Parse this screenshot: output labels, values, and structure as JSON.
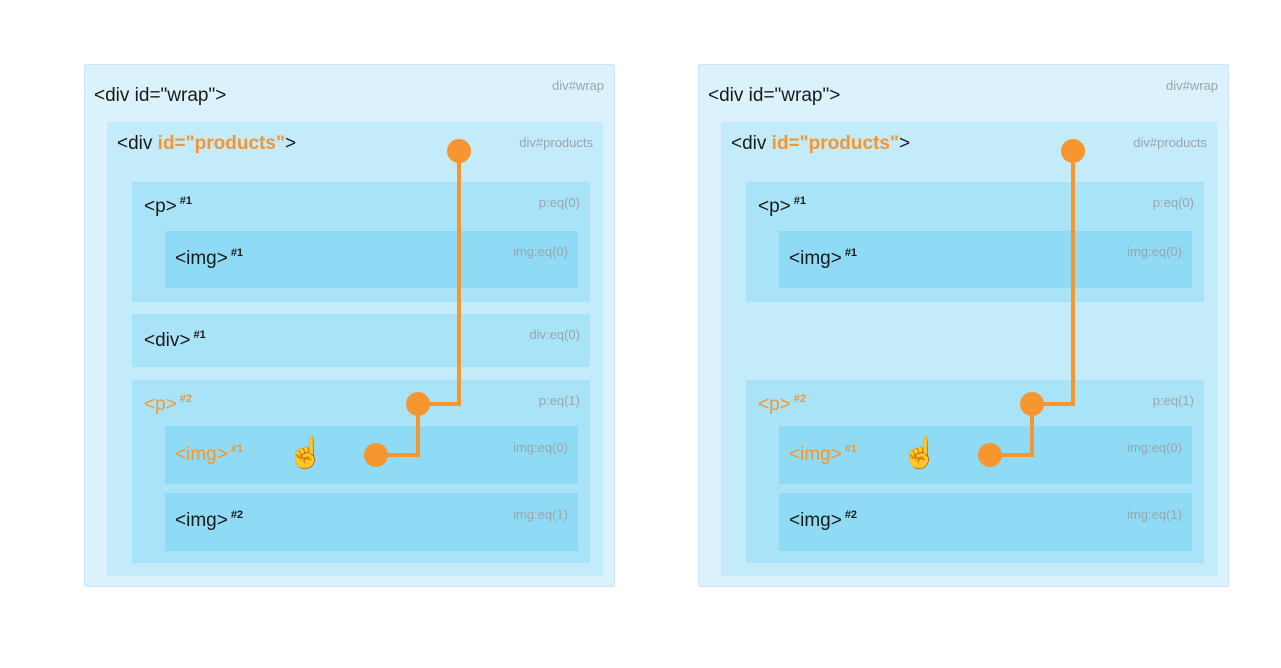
{
  "colors": {
    "accent": "#f7952e",
    "wrap": "#dbf2fc",
    "products": "#c3ebfa",
    "p": "#a9e3f8",
    "img": "#8fdaf5"
  },
  "panels": [
    {
      "wrap": {
        "tag": "<div id=\"wrap\">",
        "selector": "div#wrap"
      },
      "products": {
        "tag_open": "<div ",
        "tag_attr": "id=\"products\"",
        "tag_close": ">",
        "selector": "div#products"
      },
      "p1": {
        "tag": "<p>",
        "num": "#1",
        "selector": "p:eq(0)"
      },
      "p1_img": {
        "tag": "<img>",
        "num": "#1",
        "selector": "img:eq(0)"
      },
      "div1": {
        "tag": "<div>",
        "num": "#1",
        "selector": "div:eq(0)"
      },
      "p2": {
        "tag": "<p>",
        "num": "#2",
        "selector": "p:eq(1)"
      },
      "p2_img1": {
        "tag": "<img>",
        "num": "#1",
        "selector": "img:eq(0)"
      },
      "p2_img2": {
        "tag": "<img>",
        "num": "#2",
        "selector": "img:eq(1)"
      },
      "cursor_icon": "hand-pointer-icon"
    },
    {
      "wrap": {
        "tag": "<div id=\"wrap\">",
        "selector": "div#wrap"
      },
      "products": {
        "tag_open": "<div ",
        "tag_attr": "id=\"products\"",
        "tag_close": ">",
        "selector": "div#products"
      },
      "p1": {
        "tag": "<p>",
        "num": "#1",
        "selector": "p:eq(0)"
      },
      "p1_img": {
        "tag": "<img>",
        "num": "#1",
        "selector": "img:eq(0)"
      },
      "p2": {
        "tag": "<p>",
        "num": "#2",
        "selector": "p:eq(1)"
      },
      "p2_img1": {
        "tag": "<img>",
        "num": "#1",
        "selector": "img:eq(0)"
      },
      "p2_img2": {
        "tag": "<img>",
        "num": "#2",
        "selector": "img:eq(1)"
      },
      "cursor_icon": "hand-pointer-icon"
    }
  ]
}
